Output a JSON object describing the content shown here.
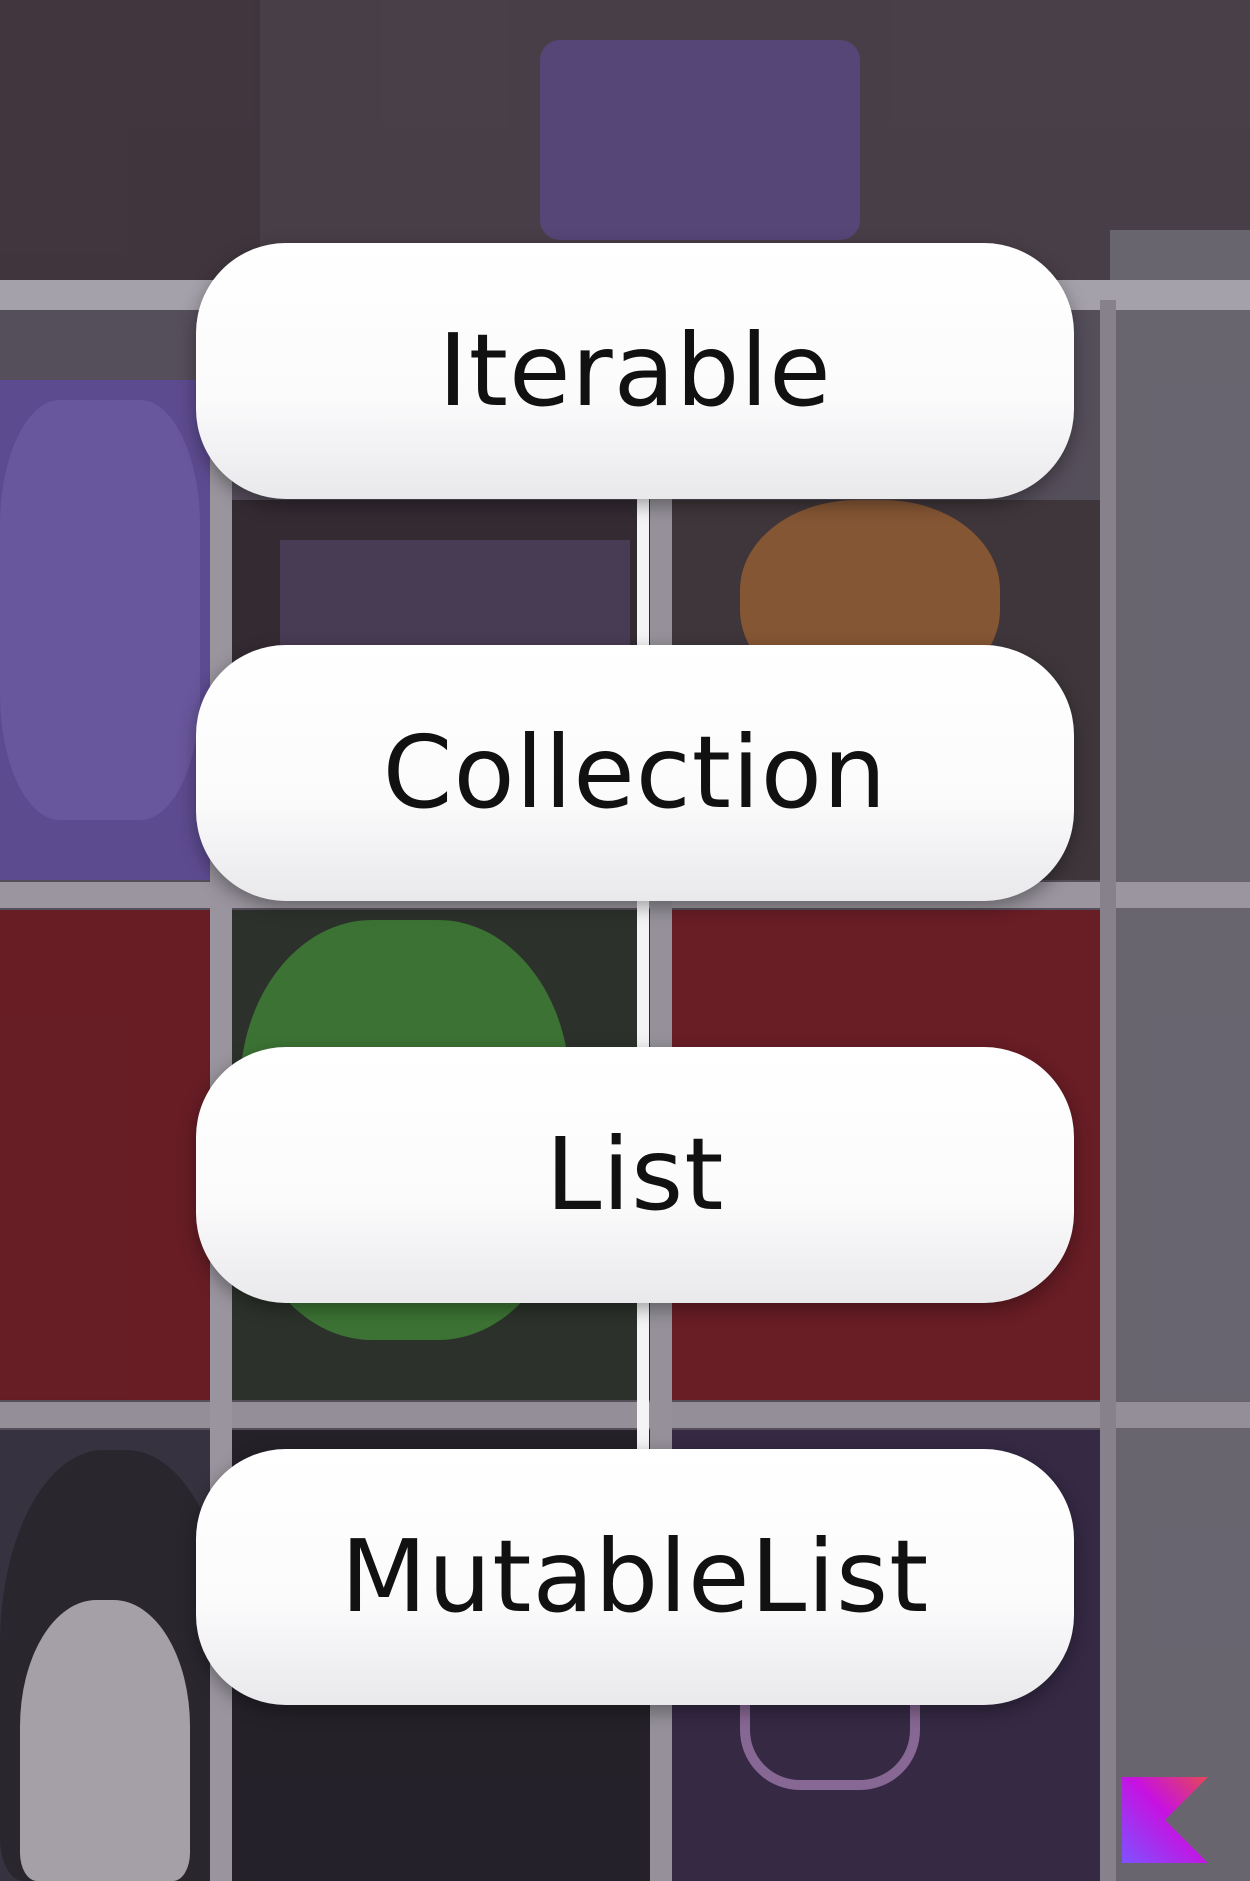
{
  "diagram": {
    "nodes": [
      {
        "label": "Iterable"
      },
      {
        "label": "Collection"
      },
      {
        "label": "List"
      },
      {
        "label": "MutableList"
      }
    ],
    "edges": [
      {
        "from": "Iterable",
        "to": "Collection"
      },
      {
        "from": "Collection",
        "to": "List"
      },
      {
        "from": "List",
        "to": "MutableList"
      }
    ]
  },
  "colors": {
    "node_fill": "#ffffff",
    "node_text": "#111111",
    "connector": "#f4f4f6",
    "logo_gradient": [
      "#7f52ff",
      "#c711e1",
      "#e44857"
    ]
  },
  "icons": {
    "logo": "kotlin-logo-icon"
  }
}
